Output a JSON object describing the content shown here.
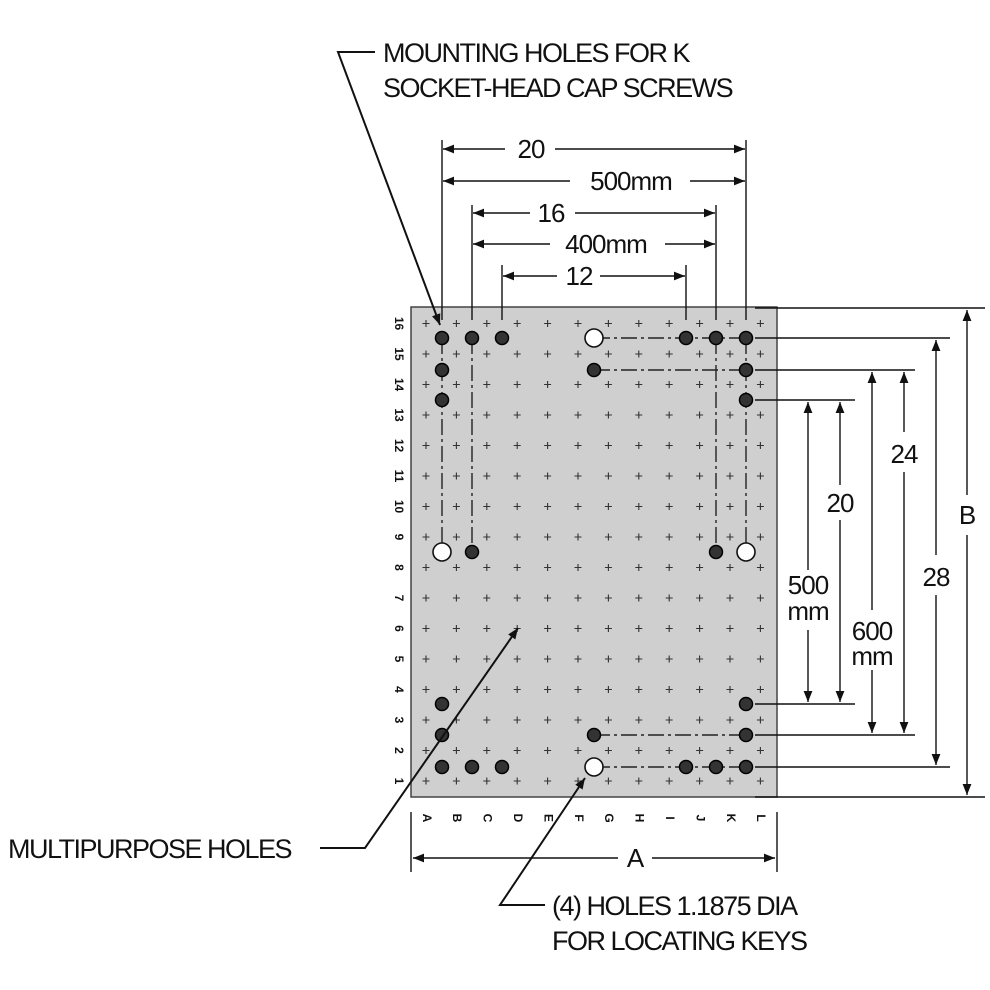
{
  "callouts": {
    "mounting_line1": "MOUNTING HOLES FOR K",
    "mounting_line2": "SOCKET-HEAD CAP SCREWS",
    "multipurpose": "MULTIPURPOSE HOLES",
    "locating_line1": "(4) HOLES 1.1875 DIA",
    "locating_line2": "FOR LOCATING KEYS"
  },
  "dimensions": {
    "top_20": "20",
    "top_500mm": "500mm",
    "top_16": "16",
    "top_400mm": "400mm",
    "top_12": "12",
    "right_500": "500",
    "right_500_unit": "mm",
    "right_20": "20",
    "right_600": "600",
    "right_600_unit": "mm",
    "right_24": "24",
    "right_28": "28",
    "right_B": "B",
    "bottom_A": "A"
  },
  "grid": {
    "columns": [
      "A",
      "B",
      "C",
      "D",
      "E",
      "F",
      "G",
      "H",
      "I",
      "J",
      "K",
      "L"
    ],
    "rows": [
      "1",
      "2",
      "3",
      "4",
      "5",
      "6",
      "7",
      "8",
      "9",
      "10",
      "11",
      "12",
      "13",
      "14",
      "15",
      "16"
    ]
  },
  "colors": {
    "plate": "#cfcfcf",
    "plate_border": "#444444",
    "hole": "#333333"
  }
}
